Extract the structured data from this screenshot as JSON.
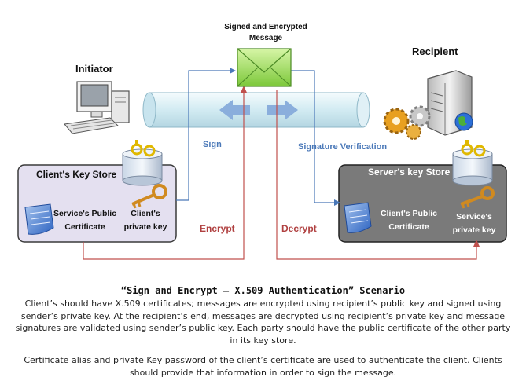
{
  "labels": {
    "message": "Signed and Encrypted\nMessage",
    "initiator": "Initiator",
    "recipient": "Recipient",
    "sign": "Sign",
    "signature_verification": "Signature Verification",
    "encrypt": "Encrypt",
    "decrypt": "Decrypt"
  },
  "client_store": {
    "title": "Client's Key Store",
    "certificate": "Service's Public\nCertificate",
    "private_key": "Client's\nprivate key"
  },
  "server_store": {
    "title": "Server's key Store",
    "certificate": "Client's Public\nCertificate",
    "private_key": "Service's\nprivate key"
  },
  "caption": {
    "title": "“Sign and Encrypt – X.509 Authentication” Scenario",
    "paragraph1": "Client’s should have X.509 certificates; messages are encrypted using recipient’s public key and signed using sender’s private key. At the recipient’s end, messages are decrypted using recipient’s private key and message signatures are validated using sender’s public key. Each party should have the public certificate of the other party in its key store.",
    "paragraph2": "Certificate alias and private Key password of the client’s certificate are used to authenticate the client. Clients should provide that information in order to sign the message."
  },
  "colors": {
    "sign_line": "#4a78b8",
    "encrypt_line": "#c0504d",
    "client_store_bg": "#e4e0f0",
    "server_store_bg": "#7a7a7a",
    "envelope": "#8ed64a"
  }
}
